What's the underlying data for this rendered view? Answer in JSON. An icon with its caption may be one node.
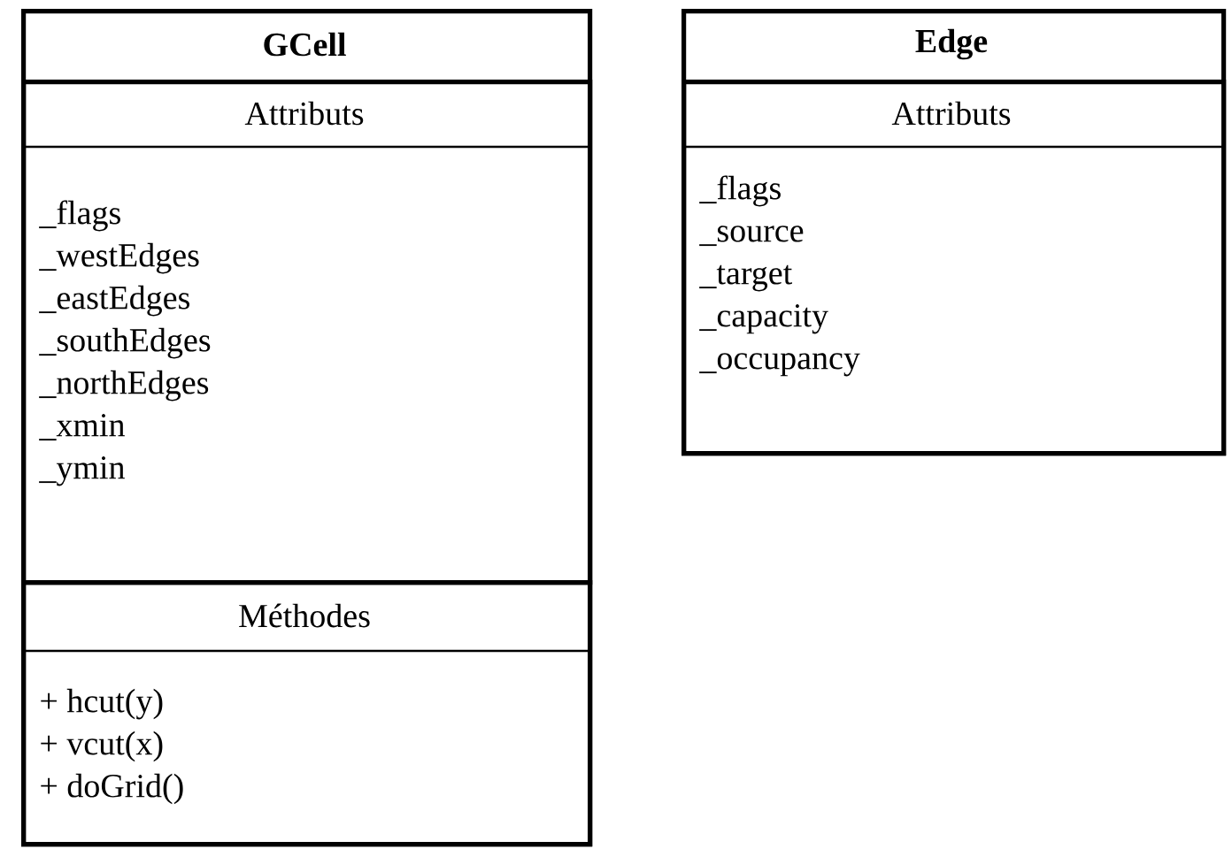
{
  "diagram": {
    "nodes": [
      {
        "text": [
          "GCell"
        ]
      },
      {
        "text": [
          "Attributs",
          "_flags",
          "_westEdges",
          "_eastEdges",
          "_southEdges",
          "_northEdges",
          "_xmin",
          "_ymin"
        ],
        "in": 0
      },
      {
        "text": [
          "Méthodes",
          "+ hcut(y)",
          "+ vcut(x)",
          "+ doGrid()"
        ],
        "in": 0
      },
      {
        "text": [
          "Edge"
        ]
      },
      {
        "text": [
          "Attributs",
          "_flags",
          "_source",
          "_target",
          "_capacity",
          "_occupancy"
        ],
        "in": 3
      }
    ]
  }
}
